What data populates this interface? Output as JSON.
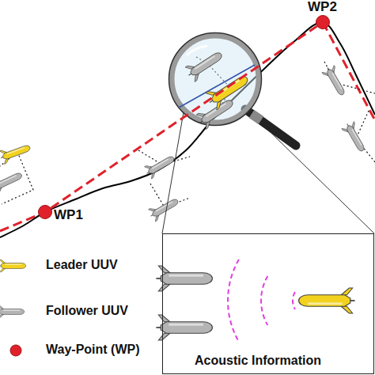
{
  "diagram": {
    "nodes": [
      {
        "text": [
          "WP1"
        ]
      },
      {
        "text": [
          "WP2"
        ]
      },
      {
        "text": [
          "Acoustic Information"
        ]
      }
    ],
    "edges": [
      {
        "from": 0,
        "to": 1,
        "arrow": "none"
      }
    ],
    "legend": [
      {
        "text": "Leader UUV"
      },
      {
        "text": "Follower UUV"
      },
      {
        "text": "Way-Point (WP)"
      }
    ]
  }
}
